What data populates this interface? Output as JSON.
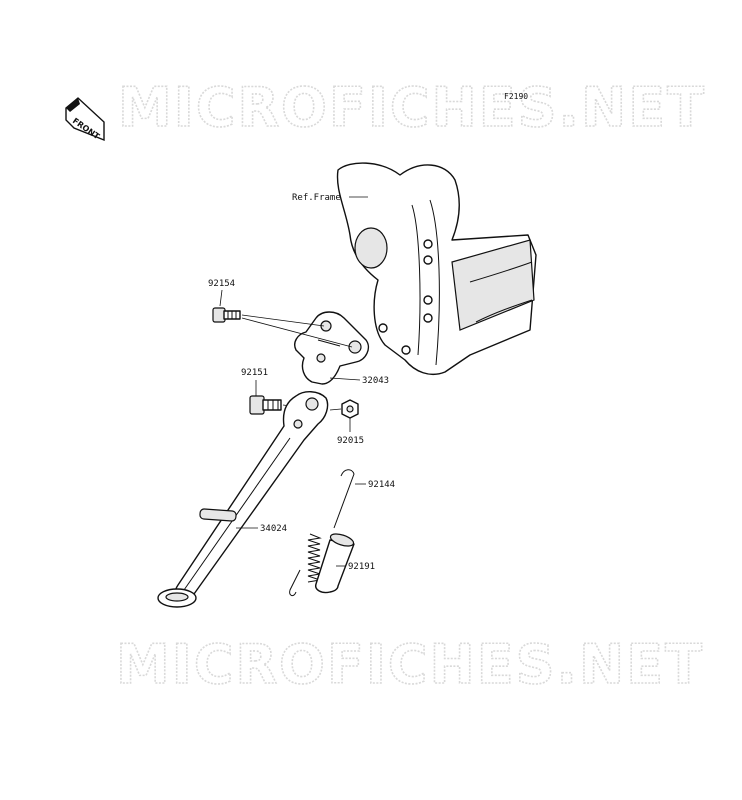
{
  "watermark": {
    "top": "MICROFICHES.NET",
    "bottom": "MICROFICHES.NET"
  },
  "figure_code": "F2190",
  "front_badge": "FRONT",
  "ref_label": "Ref.Frame",
  "parts": {
    "bolt_upper": "92154",
    "bracket": "32043",
    "bolt_pivot": "92151",
    "nut": "92015",
    "spring": "92144",
    "stand": "34024",
    "cover": "92191"
  }
}
